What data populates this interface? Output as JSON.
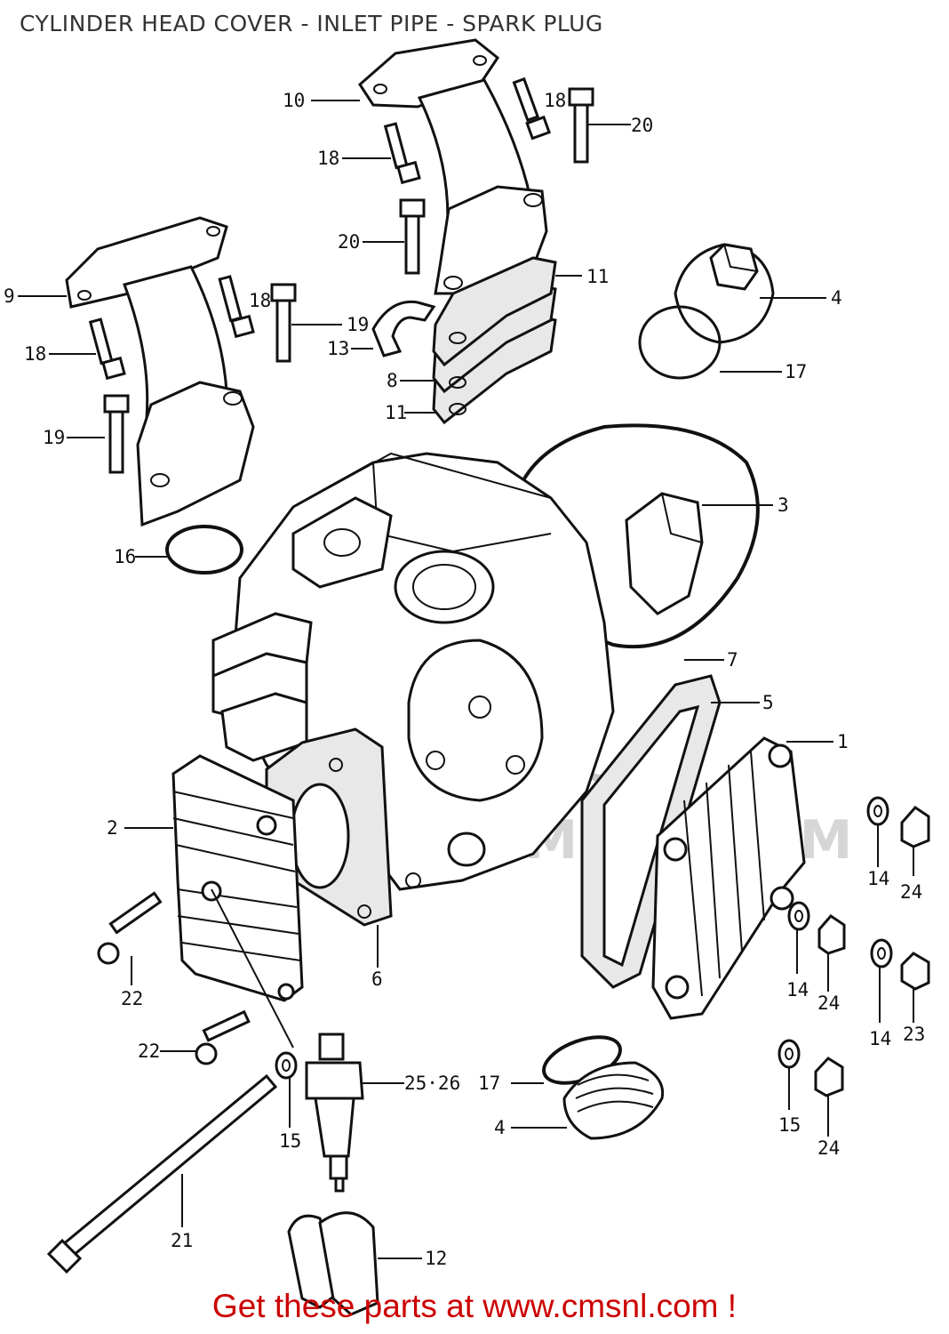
{
  "title": "CYLINDER HEAD COVER - INLET PIPE - SPARK PLUG",
  "footer": "Get these parts at www.cmsnl.com !",
  "watermark": "WWW.CMSNL.COM",
  "callouts": [
    {
      "id": "c10",
      "text": "10"
    },
    {
      "id": "c18a",
      "text": "18"
    },
    {
      "id": "c20a",
      "text": "20"
    },
    {
      "id": "c18b",
      "text": "18"
    },
    {
      "id": "c20b",
      "text": "20"
    },
    {
      "id": "c9",
      "text": "9"
    },
    {
      "id": "c18c",
      "text": "18"
    },
    {
      "id": "c19a",
      "text": "19"
    },
    {
      "id": "c11a",
      "text": "11"
    },
    {
      "id": "c4a",
      "text": "4"
    },
    {
      "id": "c18d",
      "text": "18"
    },
    {
      "id": "c13",
      "text": "13"
    },
    {
      "id": "c17a",
      "text": "17"
    },
    {
      "id": "c8",
      "text": "8"
    },
    {
      "id": "c11b",
      "text": "11"
    },
    {
      "id": "c19b",
      "text": "19"
    },
    {
      "id": "c3",
      "text": "3"
    },
    {
      "id": "c16",
      "text": "16"
    },
    {
      "id": "c7",
      "text": "7"
    },
    {
      "id": "c5",
      "text": "5"
    },
    {
      "id": "c1",
      "text": "1"
    },
    {
      "id": "c2",
      "text": "2"
    },
    {
      "id": "c14a",
      "text": "14"
    },
    {
      "id": "c24a",
      "text": "24"
    },
    {
      "id": "c6",
      "text": "6"
    },
    {
      "id": "c22a",
      "text": "22"
    },
    {
      "id": "c14b",
      "text": "14"
    },
    {
      "id": "c24b",
      "text": "24"
    },
    {
      "id": "c14c",
      "text": "14"
    },
    {
      "id": "c23",
      "text": "23"
    },
    {
      "id": "c22b",
      "text": "22"
    },
    {
      "id": "c2526",
      "text": "25·26"
    },
    {
      "id": "c17b",
      "text": "17"
    },
    {
      "id": "c15a",
      "text": "15"
    },
    {
      "id": "c4b",
      "text": "4"
    },
    {
      "id": "c15b",
      "text": "15"
    },
    {
      "id": "c24c",
      "text": "24"
    },
    {
      "id": "c21",
      "text": "21"
    },
    {
      "id": "c12",
      "text": "12"
    }
  ]
}
